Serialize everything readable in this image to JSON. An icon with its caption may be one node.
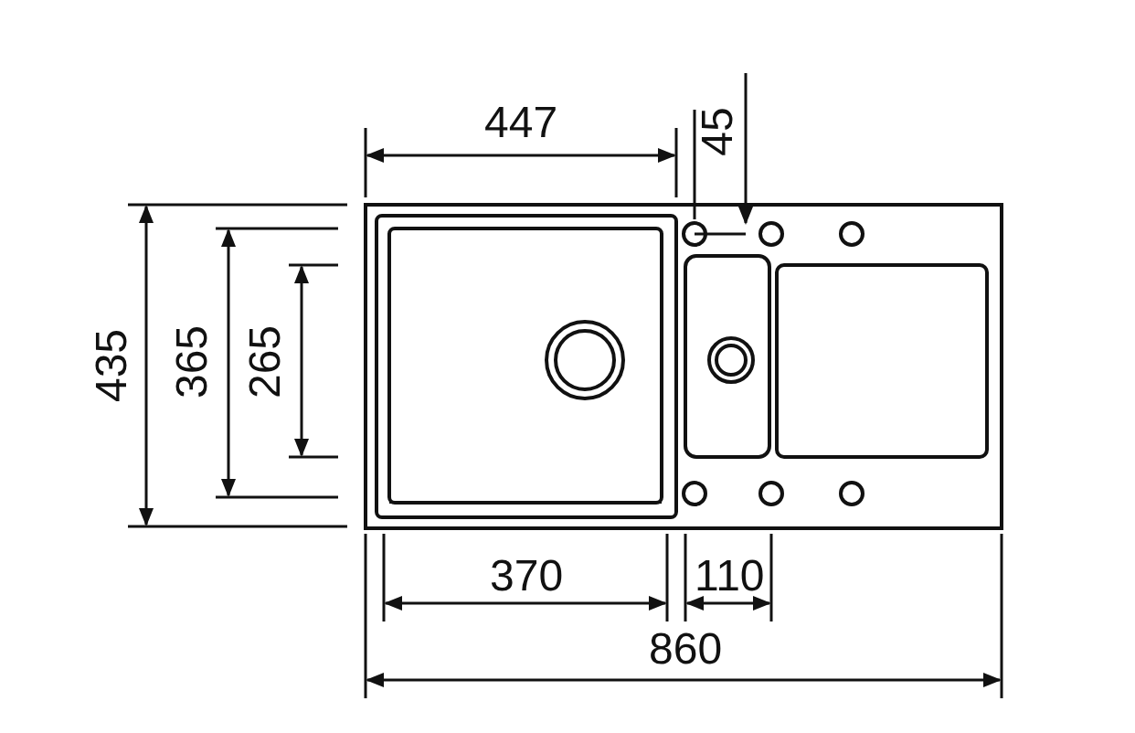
{
  "diagram": {
    "labels": [
      "447",
      "45",
      "435",
      "365",
      "265",
      "370",
      "110",
      "860"
    ]
  }
}
